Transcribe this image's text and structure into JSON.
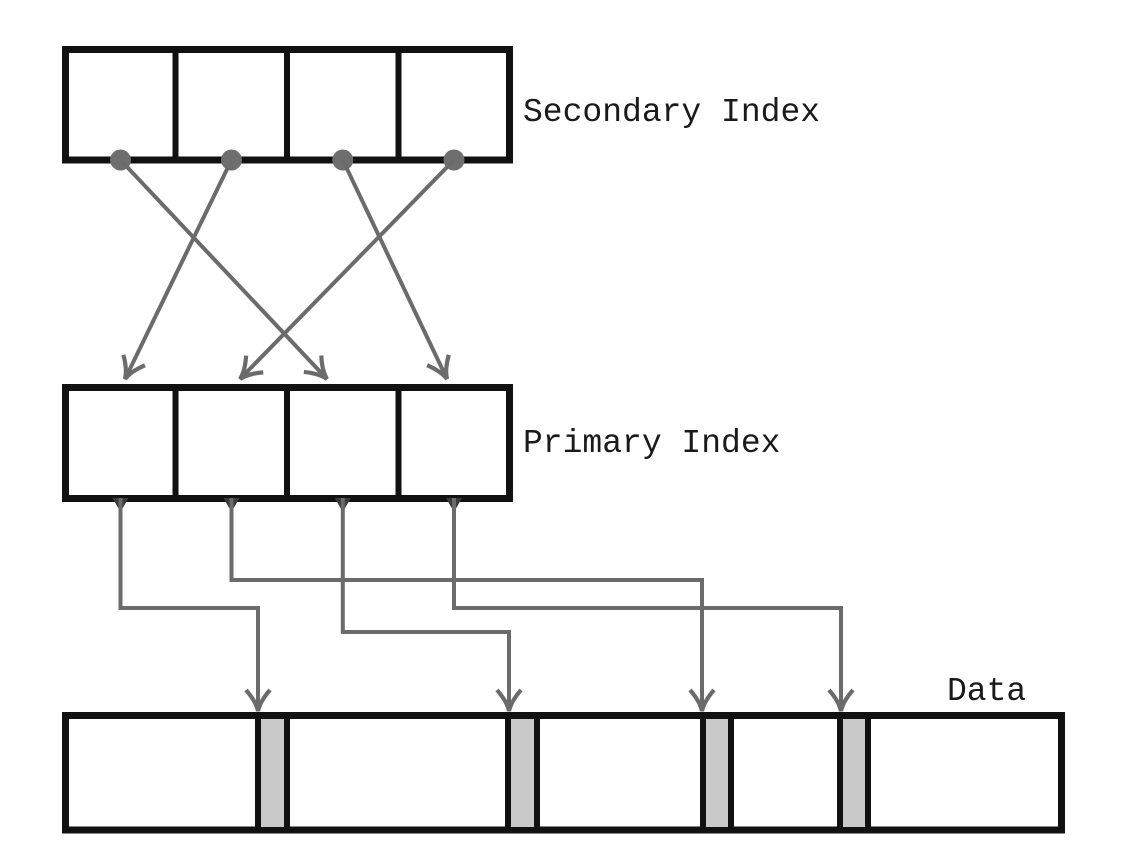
{
  "figure": {
    "type": "diagram",
    "description": "Database indexing diagram: a secondary index whose entries point (in crossed order) to primary index entries, which in turn point down to highlighted block positions in a data file."
  },
  "labels": {
    "secondary": "Secondary Index",
    "primary": "Primary Index",
    "data": "Data"
  },
  "colors": {
    "background": "#ffffff",
    "box_border": "#111111",
    "connector": "#6b6b6b",
    "pointer_dot": "#6e6e6e",
    "highlight_fill": "#c9c9c9",
    "label_text": "#1a1a1a"
  },
  "structure": {
    "secondary_index_cells": 4,
    "primary_index_cells": 4,
    "data_highlighted_segments": 4,
    "secondary_to_primary_links": [
      {
        "from_cell": 1,
        "to_cell": 3
      },
      {
        "from_cell": 2,
        "to_cell": 1
      },
      {
        "from_cell": 3,
        "to_cell": 4
      },
      {
        "from_cell": 4,
        "to_cell": 2
      }
    ],
    "primary_to_data_links": [
      {
        "from_cell": 1,
        "to_segment": 1
      },
      {
        "from_cell": 2,
        "to_segment": 3
      },
      {
        "from_cell": 3,
        "to_segment": 2
      },
      {
        "from_cell": 4,
        "to_segment": 4
      }
    ]
  }
}
